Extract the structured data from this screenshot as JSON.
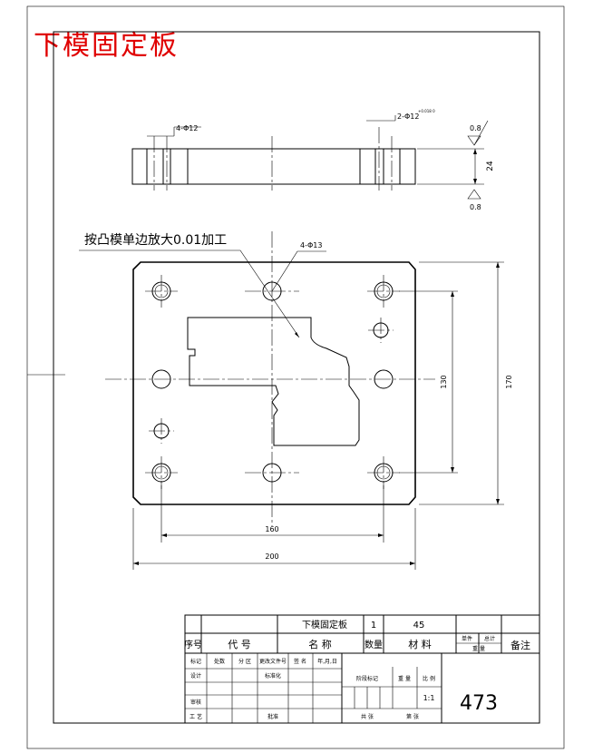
{
  "heading": "下模固定板",
  "side_view": {
    "hole_label": "4-Φ12",
    "pin_label": "2-Φ12",
    "pin_tol": "+0.018 0",
    "roughness_top": "0.8",
    "roughness_bottom": "0.8",
    "thickness_dim": "24"
  },
  "plan_view": {
    "note": "按凸模单边放大0.01加工",
    "hole_label": "4-Φ13",
    "dim_width_inner": "160",
    "dim_width_outer": "200",
    "dim_height_inner": "130",
    "dim_height_outer": "170"
  },
  "title_block": {
    "part_name": "下模固定板",
    "quantity": "1",
    "material": "45",
    "col_seq": "序号",
    "col_code": "代 号",
    "col_name": "名 称",
    "col_qty": "数量",
    "col_material": "材 料",
    "col_unit_weight": "单件",
    "col_total_weight": "总计",
    "col_weight": "重 量",
    "col_remark": "备注",
    "rev_mark": "标记",
    "rev_count": "处数",
    "rev_zone": "分 区",
    "rev_doc": "更改文件号",
    "rev_sign": "签 名",
    "rev_date": "年,月,日",
    "design": "设计",
    "standardize": "标准化",
    "review": "审核",
    "process": "工 艺",
    "approve": "批准",
    "stage_label": "阶段标记",
    "weight_label": "重 量",
    "scale_label": "比 例",
    "scale": "1:1",
    "sheets_total": "共 张",
    "sheet_no": "第 张",
    "drawing_no": "473"
  }
}
